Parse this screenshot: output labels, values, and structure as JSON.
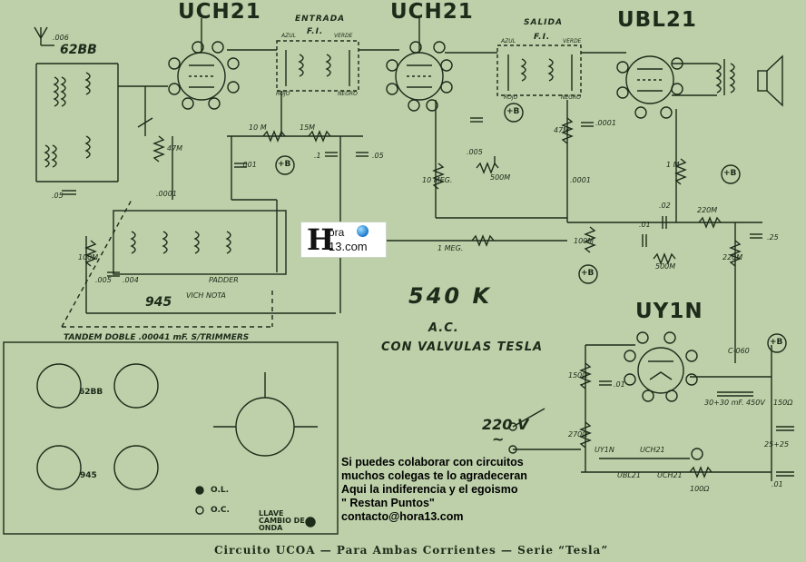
{
  "tubes": {
    "uch21_a": "UCH21",
    "uch21_b": "UCH21",
    "ubl21": "UBL21",
    "uy1n": "UY1N"
  },
  "headers": {
    "entrada": "ENTRADA",
    "entrada_fi": "F.I.",
    "salida": "SALIDA",
    "salida_fi": "F.I."
  },
  "coils": {
    "antenna_coil": "62BB",
    "osc_coil": "945"
  },
  "values": {
    "cap_006": ".006",
    "cap_05": ".05",
    "r_47m": "47M",
    "r_10m": "10 M",
    "r_15m": "15M",
    "cap_1": ".1",
    "cap_05b": ".05",
    "cap_001": ".001",
    "cap_0001": ".0001",
    "cap_004": ".004",
    "r_100m": "100M",
    "cap_005": ".005",
    "pot_500m": "500M",
    "r_10meg": "10 MEG.",
    "r_47m_b": "47M",
    "cap_0001_b": ".0001",
    "cap_0001_c": ".0001",
    "r_1m": "1 M",
    "r_1meg": "1 MEG.",
    "cap_02": ".02",
    "r_220m": "220M",
    "r_220m_b": "220M",
    "cap_25": ".25",
    "cap_01": ".01",
    "r_100m_b": "100M",
    "pot_500m_b": "500M",
    "cap_005b": ".005",
    "r_150": "150Ω",
    "cap_01b": ".01",
    "r_270": "270Ω",
    "choke": "C-060",
    "cap_electro": "30+30 mF. 450V",
    "r_150b": "150Ω",
    "cap_electro2": "25+25",
    "cap_01c": ".01",
    "r_100": "100Ω",
    "padder": "PADDER",
    "vich": "VICH NOTA",
    "fil_uy1n": "UY1N",
    "fil_uch21": "UCH21",
    "fil_ubl21": "UBL21",
    "fil_uch21b": "UCH21",
    "azul_a": "AZUL",
    "verde_a": "VERDE",
    "rojo_a": "ROJO",
    "negro_a": "NEGRO",
    "azul_b": "AZUL",
    "verde_b": "VERDE",
    "rojo_b": "ROJO",
    "negro_b": "NEGRO"
  },
  "plus_b": "+B",
  "tandem_note": "TANDEM DOBLE .00041 mF. S/TRIMMERS",
  "freq": "540 K",
  "ac": "A.C.",
  "valves_note": "CON VALVULAS TESLA",
  "mains": "220 V",
  "mains_symbol": "~",
  "legend": {
    "ol": "O.L.",
    "oc": "O.C.",
    "switch": "LLAVE CAMBIO DE ONDA",
    "coil_62bb": "62BB",
    "coil_945": "945"
  },
  "logo": {
    "letter": "H",
    "text1": "ora",
    "text2": "13.com"
  },
  "note_lines": [
    "Si puedes colaborar con circuitos",
    "muchos colegas te lo agradeceran",
    "Aqui la indiferencia y el egoismo",
    "\" Restan Puntos\"",
    "contacto@hora13.com"
  ],
  "caption": "Circuito UCOA — Para Ambas Corrientes — Serie “Tesla”",
  "colors": {
    "background": "#bdd0a9",
    "ink": "#1e2a1a"
  }
}
